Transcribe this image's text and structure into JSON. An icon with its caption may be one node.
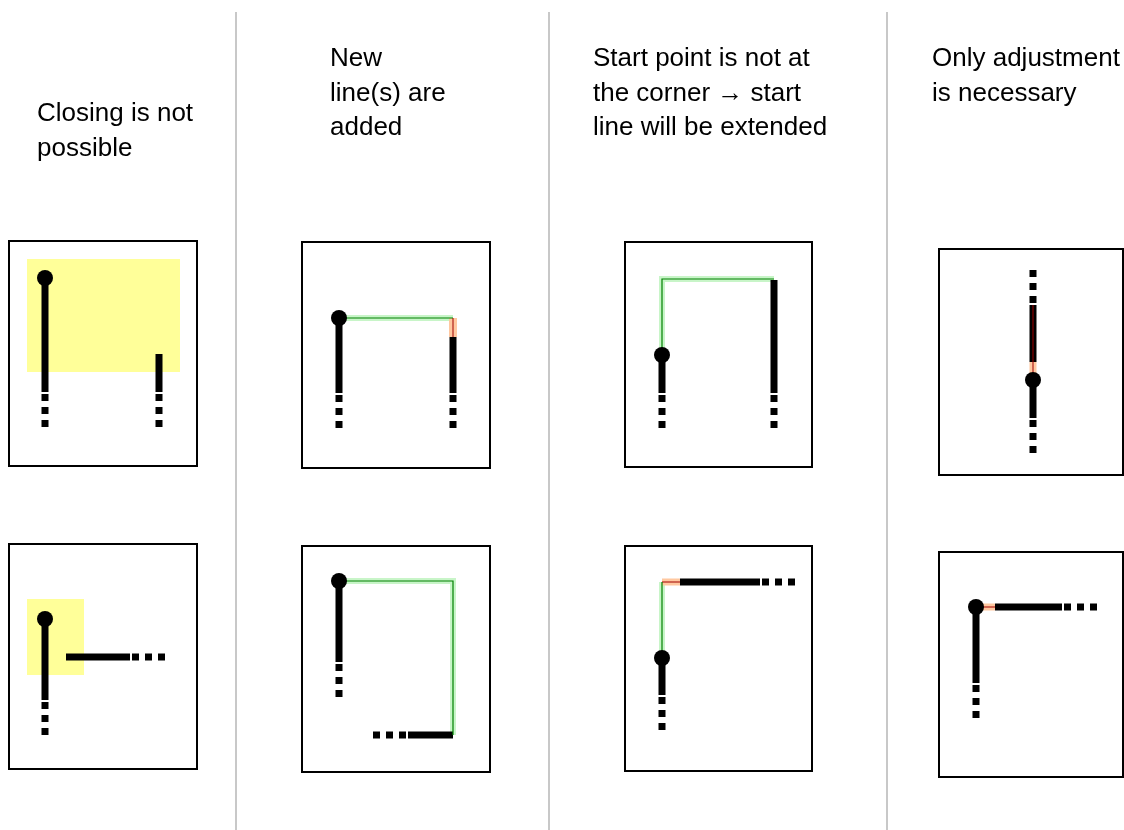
{
  "diagram": {
    "labels": [
      "Closing is not possible",
      "New line(s) are added",
      "Start point is not at the corner → start line will be extended",
      "Only adjustment is necessary"
    ]
  }
}
